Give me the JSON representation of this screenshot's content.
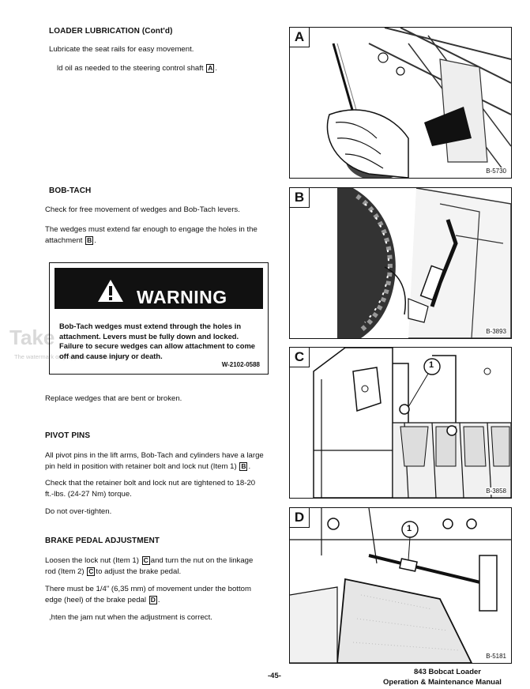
{
  "sections": {
    "loader_lub": {
      "heading": "LOADER LUBRICATION (Cont'd)",
      "line1": "Lubricate the seat rails for easy movement.",
      "line2_text": "ld oil as needed to the steering control shaft",
      "line2_ref": "A",
      "line2_end": "."
    },
    "bobtach": {
      "heading": "BOB-TACH",
      "line1": "Check for free movement of wedges and Bob-Tach levers.",
      "line2a": "The wedges must extend far enough to engage the holes in the",
      "line2b": "attachment",
      "line2_ref": "B",
      "line2_end": "."
    },
    "warning": {
      "title": "WARNING",
      "symbol": "!",
      "text1": "Bob-Tach wedges must extend through the holes in",
      "text2": "attachment. Levers must be fully down and locked.",
      "text3": "Failure to secure wedges can allow attachment to come",
      "text4": "off and cause injury or death.",
      "code": "W-2102-0588"
    },
    "replace": "Replace wedges that are bent or broken.",
    "pivot": {
      "heading": "PIVOT PINS",
      "p1a": "All pivot pins in the lift arms, Bob-Tach and cylinders have a large",
      "p1b": "pin held in position with retainer bolt and lock nut (Item 1)",
      "p1_ref": "B",
      "p1_end": ".",
      "p2a": "Check that the retainer bolt and lock nut are tightened to 18-20",
      "p2b": "ft.-lbs. (24-27 Nm) torque.",
      "p3": "Do not over-tighten."
    },
    "brake": {
      "heading": "BRAKE PEDAL ADJUSTMENT",
      "p1a_pre": "Loosen the lock nut (Item 1)",
      "p1a_ref": "C",
      "p1a_post": "and turn the nut on the linkage",
      "p1b_pre": "rod (Item 2)",
      "p1b_ref": "C",
      "p1b_post": "to adjust the brake pedal.",
      "p2a": "There must be 1/4\" (6,35 mm) of movement under the bottom",
      "p2b_pre": "edge (heel) of the brake pedal",
      "p2b_ref": "D",
      "p2b_end": ".",
      "p3": ",hten the jam nut when the adjustment is correct."
    }
  },
  "figures": {
    "a": {
      "label": "A",
      "code": "B-5730"
    },
    "b": {
      "label": "B",
      "code": "B-3893"
    },
    "c": {
      "label": "C",
      "code": "B-3858",
      "callout": "1"
    },
    "d": {
      "label": "D",
      "code": "B-5181",
      "callout": "1"
    }
  },
  "watermark": {
    "main": "Take",
    "sub": "The watermark only appears on this sample"
  },
  "footer": {
    "page_number": "-45-",
    "title1": "843 Bobcat Loader",
    "title2": "Operation & Maintenance Manual"
  }
}
